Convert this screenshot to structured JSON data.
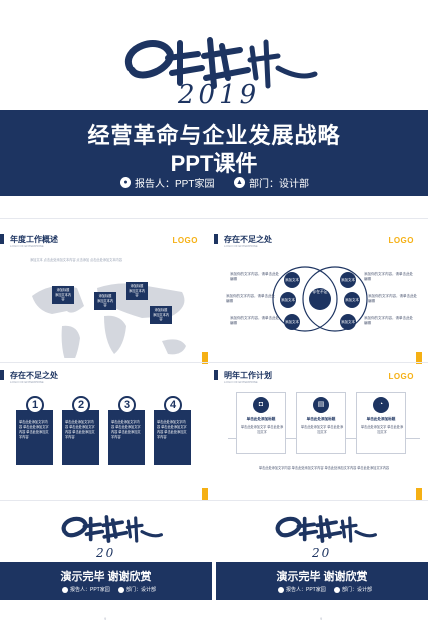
{
  "cover": {
    "calligraphy": "追梦",
    "year": "2019",
    "title_line1": "经营革命与企业发展战略",
    "title_line2": "PPT课件",
    "reporter": "报告人：PPT家园",
    "department": "部门：设计部"
  },
  "slide1": {
    "title": "年度工作概述",
    "subtitle": "LOGO OF ENTERPRISE",
    "logo": "LOGO",
    "body": "添加文本 点击此处添加文本内容 点击添加 点击此处添加文本内容",
    "pins": [
      "添加标题 添加文本内容",
      "添加标题 添加文本内容",
      "添加标题 添加文本内容",
      "添加标题 添加文本内容"
    ]
  },
  "slide2": {
    "title": "存在不足之处",
    "subtitle": "LOGO OF ENTERPRISE",
    "logo": "LOGO",
    "center": "存在不足",
    "nodes": [
      "添加文本",
      "添加文本",
      "添加文本",
      "添加文本",
      "添加文本",
      "添加文本"
    ],
    "texts": [
      "添加你的文字内容，请单击此处编辑",
      "添加你的文字内容，请单击此处编辑",
      "添加你的文字内容，请单击此处编辑",
      "添加你的文字内容，请单击此处编辑",
      "添加你的文字内容，请单击此处编辑",
      "添加你的文字内容，请单击此处编辑"
    ]
  },
  "slide3": {
    "title": "存在不足之处",
    "subtitle": "LOGO OF ENTERPRISE",
    "cards": [
      {
        "num": "1",
        "text": "单击此处添加文字内容 单击此处添加文字内容 单击此处添加文字内容"
      },
      {
        "num": "2",
        "text": "单击此处添加文字内容 单击此处添加文字内容 单击此处添加文字内容"
      },
      {
        "num": "3",
        "text": "单击此处添加文字内容 单击此处添加文字内容 单击此处添加文字内容"
      },
      {
        "num": "4",
        "text": "单击此处添加文字内容 单击此处添加文字内容 单击此处添加文字内容"
      }
    ]
  },
  "slide4": {
    "title": "明年工作计划",
    "subtitle": "LOGO OF ENTERPRISE",
    "logo": "LOGO",
    "boxes": [
      {
        "head": "单击此处添加标题",
        "text": "单击此处添加文字 单击此处添加文字"
      },
      {
        "head": "单击此处添加标题",
        "text": "单击此处添加文字 单击此处添加文字"
      },
      {
        "head": "单击此处添加标题",
        "text": "单击此处添加文字 单击此处添加文字"
      }
    ],
    "footer": "单击此处添加文字内容 单击此处添加文字内容 单击此处添加文字内容 单击此处添加文字内容"
  },
  "end": {
    "year": "20",
    "title": "演示完毕 谢谢欣赏",
    "reporter": "报告人：PPT家园",
    "department": "部门：设计部",
    "page_left": "9",
    "page_right": "9"
  },
  "colors": {
    "navy": "#1d3461",
    "accent": "#f5b014",
    "map": "#d4d7de"
  }
}
